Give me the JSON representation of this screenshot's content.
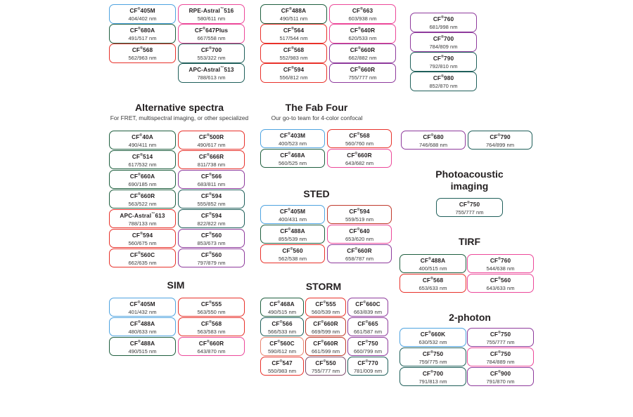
{
  "sections": [
    {
      "id": "top-left-group",
      "title": "",
      "subtitle": "",
      "columns": [
        {
          "id": "col-a",
          "chips": [
            {
              "name": "CF",
              "sup": "®",
              "suffix": "405M",
              "spec": "404/402 nm",
              "color": "#4ea3e0"
            },
            {
              "name": "CF",
              "sup": "®",
              "suffix": "680A",
              "spec": "491/517 nm",
              "color": "#1f5f3f"
            },
            {
              "name": "CF",
              "sup": "®",
              "suffix": "568",
              "spec": "562/963 nm",
              "color": "#e8312a"
            }
          ]
        },
        {
          "id": "col-b",
          "chips": [
            {
              "name": "RPE-Astral",
              "sup": "™",
              "suffix": "516",
              "spec": "580/611 nm",
              "color": "#ec4899"
            },
            {
              "name": "CF",
              "sup": "®",
              "suffix": "647Plus",
              "spec": "667/558 nm",
              "color": "#ec4899"
            },
            {
              "name": "CF",
              "sup": "®",
              "suffix": "700",
              "spec": "553/322 nm",
              "color": "#1f5f5a"
            },
            {
              "name": "APC-Astral",
              "sup": "™",
              "suffix": "513",
              "spec": "788/613 nm",
              "color": "#1f5f5a"
            }
          ]
        },
        {
          "id": "col-c",
          "chips": [
            {
              "name": "CF",
              "sup": "®",
              "suffix": "488A",
              "spec": "490/511 nm",
              "color": "#1f5f3f"
            },
            {
              "name": "CF",
              "sup": "®",
              "suffix": "564",
              "spec": "517/544 nm",
              "color": "#e8312a"
            },
            {
              "name": "CF",
              "sup": "®",
              "suffix": "568",
              "spec": "552/983 nm",
              "color": "#e8312a"
            },
            {
              "name": "CF",
              "sup": "®",
              "suffix": "594",
              "spec": "556/812 nm",
              "color": "#e8312a"
            }
          ]
        },
        {
          "id": "col-d",
          "chips": [
            {
              "name": "CF",
              "sup": "®",
              "suffix": "663",
              "spec": "603/938 nm",
              "color": "#ec4899"
            },
            {
              "name": "CF",
              "sup": "®",
              "suffix": "640R",
              "spec": "620/533 nm",
              "color": "#ec4899"
            },
            {
              "name": "CF",
              "sup": "®",
              "suffix": "660R",
              "spec": "662/882 nm",
              "color": "#8e3a9c"
            },
            {
              "name": "CF",
              "sup": "®",
              "suffix": "660R",
              "spec": "755/777 nm",
              "color": "#8e3a9c"
            }
          ]
        },
        {
          "id": "col-e",
          "chips": [
            {
              "name": "CF",
              "sup": "®",
              "suffix": "760",
              "spec": "681/998 nm",
              "color": "#8e3a9c"
            },
            {
              "name": "CF",
              "sup": "®",
              "suffix": "700",
              "spec": "784/809 nm",
              "color": "#8e3a9c"
            },
            {
              "name": "CF",
              "sup": "®",
              "suffix": "790",
              "spec": "792/810 nm",
              "color": "#1f5f5a"
            },
            {
              "name": "CF",
              "sup": "®",
              "suffix": "980",
              "spec": "852/870 nm",
              "color": "#1f5f5a"
            }
          ]
        }
      ]
    },
    {
      "id": "alternative-spectra",
      "title": "Alternative spectra",
      "subtitle": "For FRET, multispectral imaging, or other specialized",
      "columns": [
        {
          "id": "alt-col-1",
          "chips": [
            {
              "name": "CF",
              "sup": "®",
              "suffix": "40A",
              "spec": "490/411 nm",
              "color": "#1f5f3f"
            },
            {
              "name": "CF",
              "sup": "®",
              "suffix": "514",
              "spec": "617/532 nm",
              "color": "#1f5f3f"
            },
            {
              "name": "CF",
              "sup": "®",
              "suffix": "660A",
              "spec": "690/185 nm",
              "color": "#1f5f3f"
            },
            {
              "name": "CF",
              "sup": "®",
              "suffix": "660R",
              "spec": "563/522 nm",
              "color": "#1f5f3f"
            },
            {
              "name": "APC-Astral",
              "sup": "™",
              "suffix": "613",
              "spec": "788/133 nm",
              "color": "#e8312a"
            },
            {
              "name": "CF",
              "sup": "®",
              "suffix": "594",
              "spec": "560/675 nm",
              "color": "#e8312a"
            },
            {
              "name": "CF",
              "sup": "®",
              "suffix": "560C",
              "spec": "662/635 nm",
              "color": "#e8312a"
            }
          ]
        },
        {
          "id": "alt-col-2",
          "chips": [
            {
              "name": "CF",
              "sup": "®",
              "suffix": "500R",
              "spec": "490/617 nm",
              "color": "#e8312a"
            },
            {
              "name": "CF",
              "sup": "®",
              "suffix": "666R",
              "spec": "811/738 nm",
              "color": "#e8312a"
            },
            {
              "name": "CF",
              "sup": "®",
              "suffix": "566",
              "spec": "683/811 nm",
              "color": "#8e3a9c"
            },
            {
              "name": "CF",
              "sup": "®",
              "suffix": "594",
              "spec": "555/852 nm",
              "color": "#1f5f5a"
            },
            {
              "name": "CF",
              "sup": "®",
              "suffix": "594",
              "spec": "822/822 nm",
              "color": "#1f5f5a"
            },
            {
              "name": "CF",
              "sup": "®",
              "suffix": "560",
              "spec": "853/673 nm",
              "color": "#8e3a9c"
            },
            {
              "name": "CF",
              "sup": "®",
              "suffix": "560",
              "spec": "797/879 nm",
              "color": "#8e3a9c"
            }
          ]
        }
      ]
    },
    {
      "id": "fab-four",
      "title": "The Fab Four",
      "subtitle": "Our go-to team for 4-color confocal",
      "columns": [
        {
          "id": "fab-col-1",
          "chips": [
            {
              "name": "CF",
              "sup": "®",
              "suffix": "403M",
              "spec": "400/523 nm",
              "color": "#4ea3e0"
            },
            {
              "name": "CF",
              "sup": "®",
              "suffix": "468A",
              "spec": "560/525 nm",
              "color": "#1f5f3f"
            }
          ]
        },
        {
          "id": "fab-col-2",
          "chips": [
            {
              "name": "CF",
              "sup": "®",
              "suffix": "568",
              "spec": "560/760 nm",
              "color": "#e8312a"
            },
            {
              "name": "CF",
              "sup": "®",
              "suffix": "660R",
              "spec": "643/682 nm",
              "color": "#ec4899"
            }
          ]
        }
      ]
    },
    {
      "id": "sted",
      "title": "STED",
      "subtitle": "",
      "columns": [
        {
          "id": "sted-col-1",
          "chips": [
            {
              "name": "CF",
              "sup": "®",
              "suffix": "405M",
              "spec": "400/431 nm",
              "color": "#4ea3e0"
            },
            {
              "name": "CF",
              "sup": "®",
              "suffix": "488A",
              "spec": "855/539 nm",
              "color": "#1f5f3f"
            },
            {
              "name": "CF",
              "sup": "®",
              "suffix": "560",
              "spec": "562/538 nm",
              "color": "#e8312a"
            }
          ]
        },
        {
          "id": "sted-col-2",
          "chips": [
            {
              "name": "CF",
              "sup": "®",
              "suffix": "594",
              "spec": "559/519 nm",
              "color": "#c0392b"
            },
            {
              "name": "CF",
              "sup": "®",
              "suffix": "640",
              "spec": "653/620 nm",
              "color": "#ec4899"
            },
            {
              "name": "CF",
              "sup": "®",
              "suffix": "660R",
              "spec": "658/787 nm",
              "color": "#8e3a9c"
            }
          ]
        }
      ]
    },
    {
      "id": "photoacoustic",
      "title": "Photoacoustic imaging",
      "subtitle": "",
      "columns": [
        {
          "id": "pa-col-1",
          "chips": [
            {
              "name": "CF",
              "sup": "®",
              "suffix": "750",
              "spec": "755/777 nm",
              "color": "#1f5f5a"
            }
          ]
        }
      ]
    },
    {
      "id": "top-right-pair",
      "title": "",
      "subtitle": "",
      "columns": [
        {
          "id": "tr-col-1",
          "chips": [
            {
              "name": "CF",
              "sup": "®",
              "suffix": "680",
              "spec": "746/688 nm",
              "color": "#8e3a9c"
            }
          ]
        },
        {
          "id": "tr-col-2",
          "chips": [
            {
              "name": "CF",
              "sup": "®",
              "suffix": "790",
              "spec": "764/899 nm",
              "color": "#1f5f5a"
            }
          ]
        }
      ]
    },
    {
      "id": "tirf",
      "title": "TIRF",
      "subtitle": "",
      "columns": [
        {
          "id": "tirf-col-1",
          "chips": [
            {
              "name": "CF",
              "sup": "®",
              "suffix": "488A",
              "spec": "400/515 nm",
              "color": "#1f5f3f"
            },
            {
              "name": "CF",
              "sup": "®",
              "suffix": "568",
              "spec": "653/633 nm",
              "color": "#e8312a"
            }
          ]
        },
        {
          "id": "tirf-col-2",
          "chips": [
            {
              "name": "CF",
              "sup": "®",
              "suffix": "760",
              "spec": "544/638 nm",
              "color": "#ec4899"
            },
            {
              "name": "CF",
              "sup": "®",
              "suffix": "560",
              "spec": "643/633 nm",
              "color": "#ec4899"
            }
          ]
        }
      ]
    },
    {
      "id": "sim",
      "title": "SIM",
      "subtitle": "",
      "columns": [
        {
          "id": "sim-col-1",
          "chips": [
            {
              "name": "CF",
              "sup": "®",
              "suffix": "405M",
              "spec": "401/432 nm",
              "color": "#4ea3e0"
            },
            {
              "name": "CF",
              "sup": "®",
              "suffix": "488A",
              "spec": "480/633 nm",
              "color": "#4ea3e0"
            },
            {
              "name": "CF",
              "sup": "®",
              "suffix": "488A",
              "spec": "490/515 nm",
              "color": "#1f5f3f"
            }
          ]
        },
        {
          "id": "sim-col-2",
          "chips": [
            {
              "name": "CF",
              "sup": "®",
              "suffix": "555",
              "spec": "563/550 nm",
              "color": "#e8312a"
            },
            {
              "name": "CF",
              "sup": "®",
              "suffix": "568",
              "spec": "563/583 nm",
              "color": "#e8312a"
            },
            {
              "name": "CF",
              "sup": "®",
              "suffix": "660R",
              "spec": "643/870 nm",
              "color": "#ec4899"
            }
          ]
        }
      ]
    },
    {
      "id": "storm",
      "title": "STORM",
      "subtitle": "",
      "columns": [
        {
          "id": "storm-col-1",
          "chips": [
            {
              "name": "CF",
              "sup": "®",
              "suffix": "468A",
              "spec": "490/515 nm",
              "color": "#1f5f3f"
            },
            {
              "name": "CF",
              "sup": "®",
              "suffix": "566",
              "spec": "566/533 nm",
              "color": "#1f5f5a"
            },
            {
              "name": "CF",
              "sup": "®",
              "suffix": "560C",
              "spec": "590/612 nm",
              "color": "#e8836f"
            },
            {
              "name": "CF",
              "sup": "®",
              "suffix": "547",
              "spec": "550/983 nm",
              "color": "#e8312a"
            }
          ]
        },
        {
          "id": "storm-col-2",
          "chips": [
            {
              "name": "CF",
              "sup": "®",
              "suffix": "555",
              "spec": "560/539 nm",
              "color": "#e8312a"
            },
            {
              "name": "CF",
              "sup": "®",
              "suffix": "660R",
              "spec": "669/599 nm",
              "color": "#c0392b"
            },
            {
              "name": "CF",
              "sup": "®",
              "suffix": "660R",
              "spec": "661/599 nm",
              "color": "#c0392b"
            },
            {
              "name": "CF",
              "sup": "®",
              "suffix": "550",
              "spec": "755/777 nm",
              "color": "#7d4b6b"
            }
          ]
        },
        {
          "id": "storm-col-3",
          "chips": [
            {
              "name": "CF",
              "sup": "®",
              "suffix": "660C",
              "spec": "663/839 nm",
              "color": "#8e3a9c"
            },
            {
              "name": "CF",
              "sup": "®",
              "suffix": "665",
              "spec": "661/587 nm",
              "color": "#8e3a9c"
            },
            {
              "name": "CF",
              "sup": "®",
              "suffix": "750",
              "spec": "660/799 nm",
              "color": "#8e3a9c"
            },
            {
              "name": "CF",
              "sup": "®",
              "suffix": "770",
              "spec": "781/009 nm",
              "color": "#1f5f5a"
            }
          ]
        }
      ]
    },
    {
      "id": "two-photon",
      "title": "2-photon",
      "subtitle": "",
      "columns": [
        {
          "id": "tp-col-1",
          "chips": [
            {
              "name": "CF",
              "sup": "®",
              "suffix": "660K",
              "spec": "630/532 nm",
              "color": "#4ea3e0"
            },
            {
              "name": "CF",
              "sup": "®",
              "suffix": "750",
              "spec": "759/775 nm",
              "color": "#1f5f5a"
            },
            {
              "name": "CF",
              "sup": "®",
              "suffix": "700",
              "spec": "791/813 nm",
              "color": "#1f5f5a"
            }
          ]
        },
        {
          "id": "tp-col-2",
          "chips": [
            {
              "name": "CF",
              "sup": "®",
              "suffix": "750",
              "spec": "755/777 nm",
              "color": "#8e3a9c"
            },
            {
              "name": "CF",
              "sup": "®",
              "suffix": "750",
              "spec": "784/889 nm",
              "color": "#ec4899"
            },
            {
              "name": "CF",
              "sup": "®",
              "suffix": "900",
              "spec": "791/870 nm",
              "color": "#8e3a9c"
            }
          ]
        }
      ]
    }
  ],
  "headings": {
    "alternative_spectra": "Alternative spectra",
    "alternative_spectra_sub": "For FRET, multispectral imaging, or other specialized",
    "fab_four": "The Fab Four",
    "fab_four_sub": "Our go-to team for 4-color confocal",
    "sted": "STED",
    "photoacoustic_line1": "Photoacoustic",
    "photoacoustic_line2": "imaging",
    "tirf": "TIRF",
    "sim": "SIM",
    "storm": "STORM",
    "two_photon": "2-photon"
  }
}
